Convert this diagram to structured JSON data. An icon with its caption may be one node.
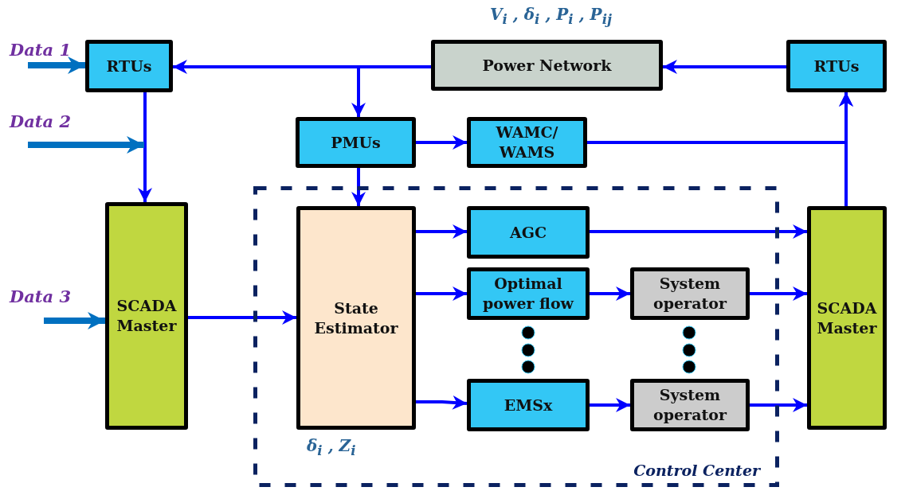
{
  "diagram": {
    "nodes": [
      {
        "text": [
          "RTUs"
        ]
      },
      {
        "text": [
          "Power Network"
        ],
        "beside": [
          "V$_{i}$ , δ$_{i}$ , P$_{i}$ , P$_{ij}$"
        ]
      },
      {
        "text": [
          "RTUs"
        ]
      },
      {
        "text": [
          "PMUs"
        ]
      },
      {
        "text": [
          "WAMC/ WAMS"
        ]
      },
      {
        "text": [
          "SCADA Master"
        ]
      },
      {
        "text": [
          "Control Center"
        ]
      },
      {
        "text": [
          "State Estimator"
        ],
        "beside": [
          "δ$_{i}$ , Z$_{i}$"
        ],
        "in": 6
      },
      {
        "text": [
          "AGC"
        ],
        "in": 6
      },
      {
        "text": [
          "Optimal power flow"
        ],
        "in": 6
      },
      {
        "text": [
          "System operator"
        ],
        "in": 6
      },
      {
        "text": [
          "EMSx"
        ],
        "in": 6
      },
      {
        "text": [
          "System operator"
        ],
        "in": 6
      },
      {
        "text": [
          "SCADA Master"
        ]
      }
    ],
    "edges": [
      {
        "from": 1,
        "to": 0,
        "arrow": "to"
      },
      {
        "from": 1,
        "to": 3,
        "arrow": "to"
      },
      {
        "from": 2,
        "to": 1,
        "arrow": "to"
      },
      {
        "from": 0,
        "to": 5,
        "arrow": "to"
      },
      {
        "from": 3,
        "to": 4,
        "arrow": "to"
      },
      {
        "from": 3,
        "to": 7,
        "arrow": "to"
      },
      {
        "from": 4,
        "to": 2,
        "arrow": "to"
      },
      {
        "from": 13,
        "to": 2,
        "arrow": "to"
      },
      {
        "from": 5,
        "to": 7,
        "arrow": "to"
      },
      {
        "from": 7,
        "to": 8,
        "arrow": "to"
      },
      {
        "from": 7,
        "to": 9,
        "arrow": "to"
      },
      {
        "from": 7,
        "to": 11,
        "arrow": "to"
      },
      {
        "from": 8,
        "to": 13,
        "arrow": "to"
      },
      {
        "from": 9,
        "to": 10,
        "arrow": "to"
      },
      {
        "from": 10,
        "to": 13,
        "arrow": "to"
      },
      {
        "from": 11,
        "to": 12,
        "arrow": "to"
      },
      {
        "from": 12,
        "to": 13,
        "arrow": "to"
      },
      {
        "from": null,
        "to": 0,
        "arrow": "to",
        "style": "thick",
        "color": "#0070c0"
      },
      {
        "from": null,
        "to": 5,
        "arrow": "to",
        "style": "thick",
        "color": "#0070c0"
      },
      {
        "from": null,
        "to": 5,
        "arrow": "to",
        "style": "thick",
        "color": "#0070c0"
      }
    ],
    "labels": [
      "Data 1",
      "Data 2",
      "Data 3"
    ]
  }
}
